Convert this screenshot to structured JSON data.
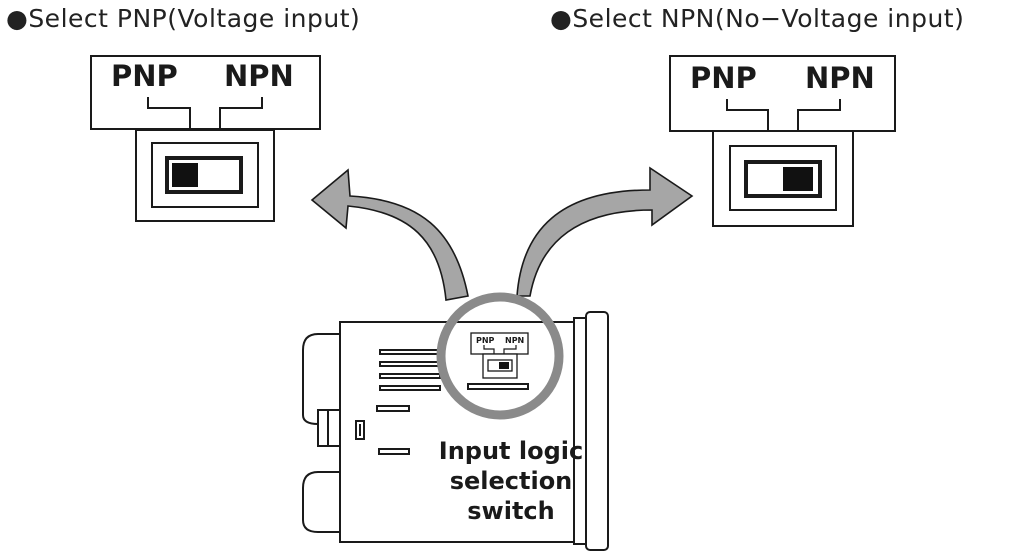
{
  "captions": {
    "left": "●Select PNP(Voltage input)",
    "right": "●Select NPN(No−Voltage input)"
  },
  "panels": {
    "left": {
      "pnp": "PNP",
      "npn": "NPN",
      "selected": "PNP"
    },
    "right": {
      "pnp": "PNP",
      "npn": "NPN",
      "selected": "NPN"
    }
  },
  "device": {
    "pnp": "PNP",
    "npn": "NPN",
    "callout": [
      "Input logic",
      "selection",
      "switch"
    ]
  }
}
